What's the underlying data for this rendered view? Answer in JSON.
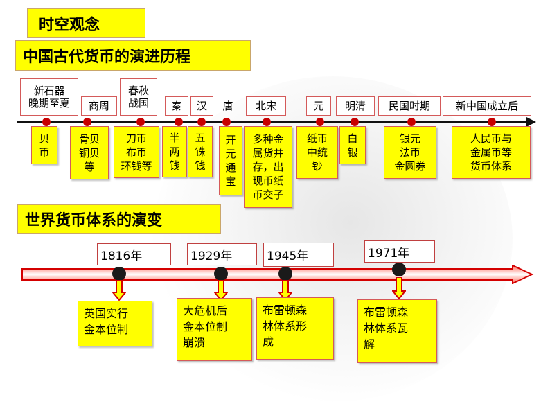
{
  "headers": {
    "concept": "时空观念",
    "ancient_title": "中国古代货币的演进历程",
    "world_title": "世界货币体系的演变"
  },
  "eras": [
    "新石器\n晚期至夏",
    "商周",
    "春秋\n战国",
    "秦",
    "汉",
    "唐",
    "北宋",
    "元",
    "明清",
    "民国时期",
    "新中国成立后"
  ],
  "currencies": [
    "贝\n币",
    "骨贝\n铜贝\n等",
    "刀币\n布币\n环钱等",
    "半\n两\n钱",
    "五\n铢\n钱",
    "开\n元\n通\n宝",
    "多种金\n属货并\n存，出\n现币纸\n币交子",
    "纸币\n中统\n钞",
    "白\n银",
    "银元\n法币\n金圆券",
    "人民币与\n金属币等\n货币体系"
  ],
  "world": {
    "years": [
      "1816年",
      "1929年",
      "1945年",
      "1971年"
    ],
    "events": [
      "英国实行\n金本位制",
      "大危机后\n金本位制\n崩溃",
      "布雷顿森\n林体系形\n成",
      "布雷顿森\n林体系瓦\n解"
    ]
  },
  "colors": {
    "highlight": "#ffff00",
    "timeline_red": "#d40000",
    "timeline_black": "#111111"
  }
}
